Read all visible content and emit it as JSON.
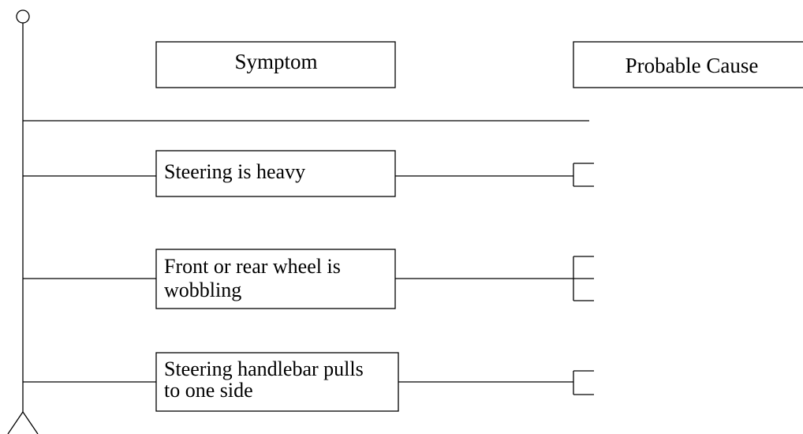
{
  "headers": {
    "symptom": "Symptom",
    "cause": "Probable Cause"
  },
  "symptoms": [
    {
      "lines": [
        "Steering is heavy"
      ],
      "cause_branches": 2
    },
    {
      "lines": [
        "Front or rear wheel is",
        "wobbling"
      ],
      "cause_branches": 3
    },
    {
      "lines": [
        "Steering handlebar pulls",
        "to one side"
      ],
      "cause_branches": 2
    }
  ]
}
